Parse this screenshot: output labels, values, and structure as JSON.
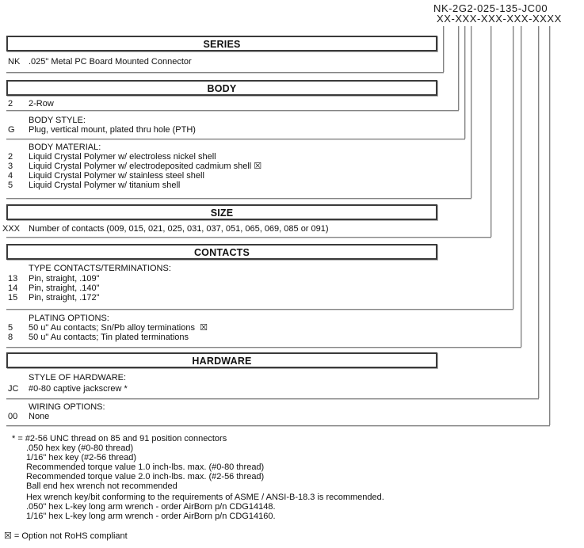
{
  "part_number": {
    "example": "NK-2G2-025-135-JC00",
    "mask": "XX-XXX-XXX-XXX-XXXX"
  },
  "sections": [
    {
      "header": "SERIES",
      "groups": [
        {
          "label": "",
          "rows": [
            {
              "code": "NK",
              "text": ".025\" Metal PC Board Mounted Connector"
            }
          ]
        }
      ]
    },
    {
      "header": "BODY",
      "groups": [
        {
          "label": "",
          "rows": [
            {
              "code": "2",
              "text": "2-Row"
            }
          ]
        },
        {
          "label": "BODY STYLE:",
          "rows": [
            {
              "code": "G",
              "text": "Plug, vertical mount, plated thru hole (PTH)"
            }
          ]
        },
        {
          "label": "BODY MATERIAL:",
          "rows": [
            {
              "code": "2",
              "text": "Liquid Crystal Polymer w/ electroless nickel shell"
            },
            {
              "code": "3",
              "text": "Liquid Crystal Polymer w/ electrodeposited cadmium shell ☒"
            },
            {
              "code": "4",
              "text": "Liquid Crystal Polymer w/ stainless steel shell"
            },
            {
              "code": "5",
              "text": "Liquid Crystal Polymer w/ titanium shell"
            }
          ]
        }
      ]
    },
    {
      "header": "SIZE",
      "groups": [
        {
          "label": "",
          "rows": [
            {
              "code": "XXX",
              "text": "Number of contacts (009, 015, 021, 025, 031, 037, 051, 065, 069, 085 or 091)"
            }
          ]
        }
      ]
    },
    {
      "header": "CONTACTS",
      "groups": [
        {
          "label": "TYPE CONTACTS/TERMINATIONS:",
          "rows": [
            {
              "code": "13",
              "text": "Pin, straight, .109\""
            },
            {
              "code": "14",
              "text": "Pin, straight, .140\""
            },
            {
              "code": "15",
              "text": "Pin, straight, .172\""
            }
          ]
        },
        {
          "label": "PLATING OPTIONS:",
          "rows": [
            {
              "code": "5",
              "text": "50 u\" Au contacts; Sn/Pb alloy terminations  ☒"
            },
            {
              "code": "8",
              "text": "50 u\" Au contacts; Tin plated terminations"
            }
          ]
        }
      ]
    },
    {
      "header": "HARDWARE",
      "groups": [
        {
          "label": "STYLE OF HARDWARE:",
          "rows": [
            {
              "code": "JC",
              "text": "#0-80 captive jackscrew *"
            }
          ]
        },
        {
          "label": "WIRING OPTIONS:",
          "rows": [
            {
              "code": "00",
              "text": "None"
            }
          ]
        }
      ]
    }
  ],
  "footnotes": [
    "* = #2-56 UNC thread on 85 and 91 position connectors",
    ".050 hex key (#0-80 thread)",
    "1/16\" hex key (#2-56 thread)",
    "Recommended torque value 1.0 inch-lbs. max. (#0-80 thread)",
    "Recommended torque value 2.0 inch-lbs. max. (#2-56 thread)",
    "Ball end hex wrench not recommended",
    "Hex wrench key/bit conforming to the requirements of ASME / ANSI-B-18.3 is recommended.",
    ".050\" hex L-key long arm wrench - order AirBorn p/n CDG14148.",
    "1/16\" hex L-key long arm wrench - order AirBorn p/n CDG14160."
  ],
  "legend": "☒ = Option not RoHS compliant",
  "colors": {
    "line_gray": "#838383",
    "border_dark": "#3a3a3a"
  }
}
